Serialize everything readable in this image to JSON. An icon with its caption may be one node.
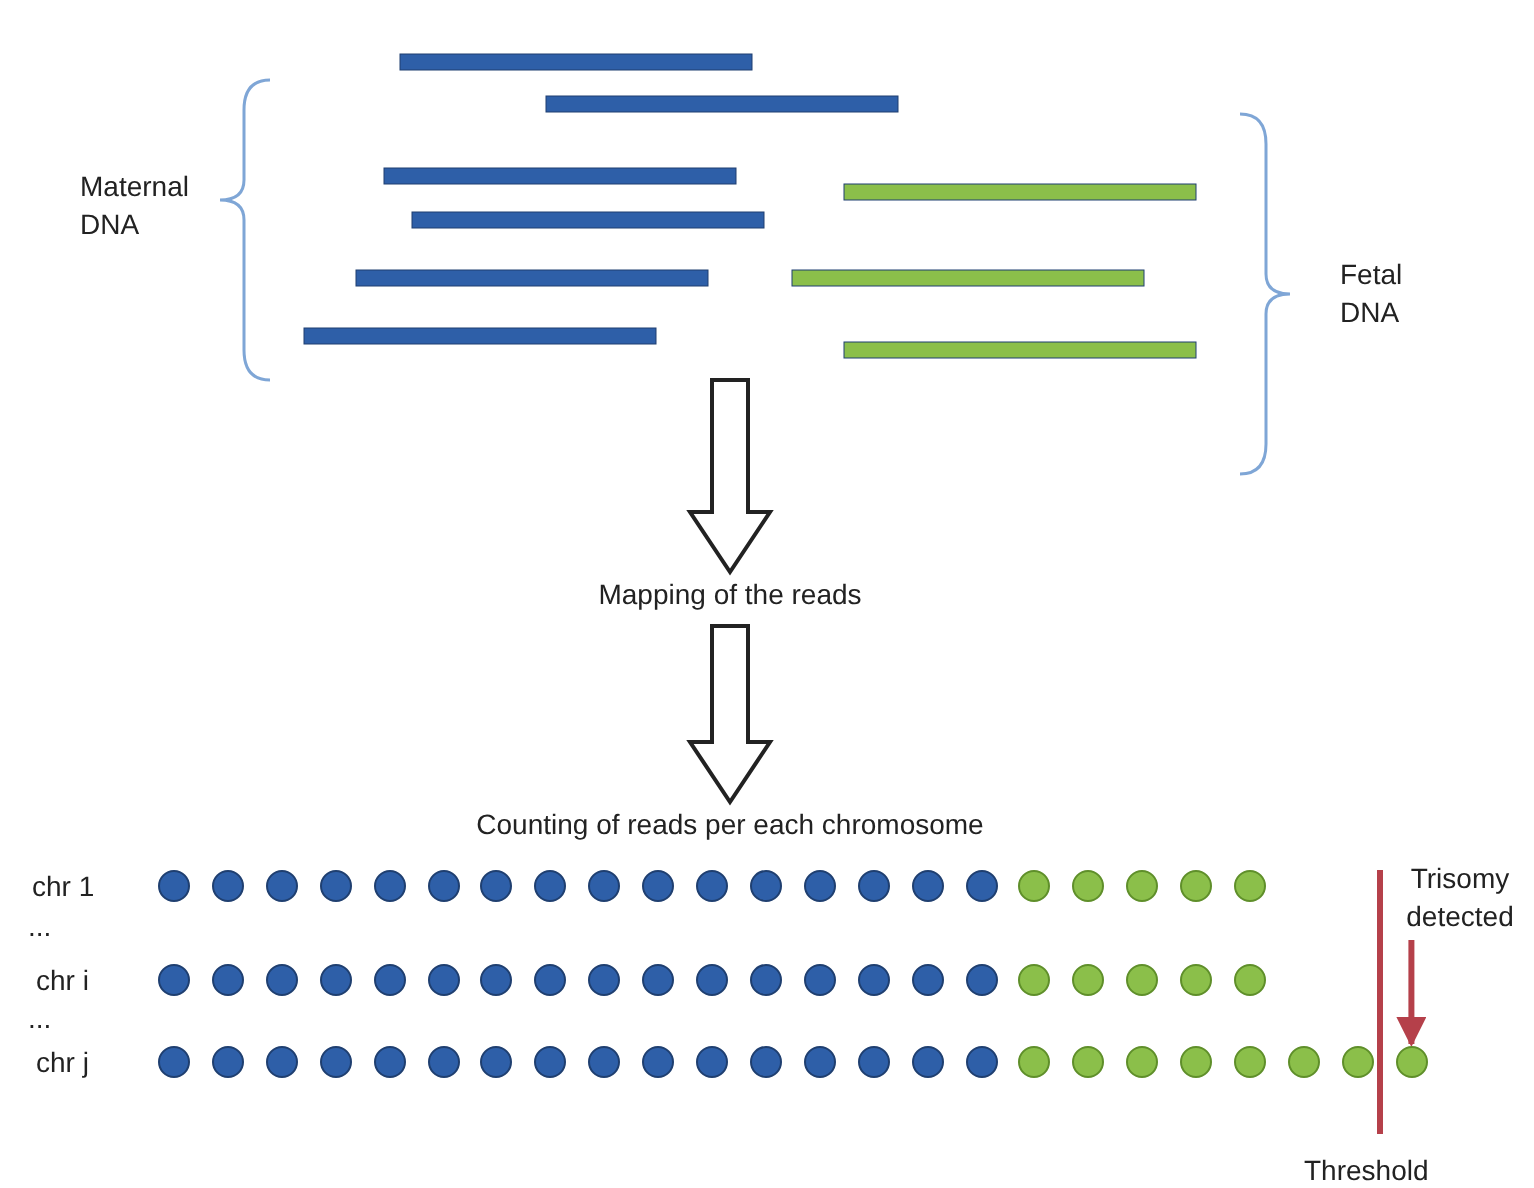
{
  "diagram": {
    "nodes": [
      {
        "text": [],
        "shape": "picture"
      },
      {
        "text": [
          "Mapping of the reads"
        ]
      },
      {
        "text": [
          "Counting of reads per each chromosome"
        ]
      },
      {
        "text": [
          "Trisomy detected"
        ]
      },
      {
        "text": [],
        "shape": "circle"
      },
      {
        "text": [],
        "shape": "circle"
      },
      {
        "text": [],
        "shape": "circle"
      },
      {
        "text": [],
        "shape": "circle"
      },
      {
        "text": [],
        "shape": "circle"
      },
      {
        "text": [],
        "shape": "circle"
      },
      {
        "text": [],
        "shape": "circle"
      },
      {
        "text": [],
        "shape": "circle"
      },
      {
        "text": [],
        "shape": "circle"
      },
      {
        "text": [],
        "shape": "circle"
      },
      {
        "text": [],
        "shape": "circle"
      },
      {
        "text": [],
        "shape": "circle"
      },
      {
        "text": [],
        "shape": "circle"
      },
      {
        "text": [],
        "shape": "circle"
      },
      {
        "text": [],
        "shape": "circle"
      },
      {
        "text": [],
        "shape": "circle"
      },
      {
        "text": [],
        "shape": "circle"
      },
      {
        "text": [],
        "shape": "circle"
      },
      {
        "text": [],
        "shape": "circle"
      },
      {
        "text": [],
        "shape": "circle"
      },
      {
        "text": [],
        "shape": "circle"
      },
      {
        "text": [],
        "shape": "circle"
      },
      {
        "text": [],
        "shape": "circle"
      },
      {
        "text": [],
        "shape": "circle"
      },
      {
        "text": [],
        "shape": "circle"
      },
      {
        "text": [],
        "shape": "circle"
      },
      {
        "text": [],
        "shape": "circle"
      },
      {
        "text": [],
        "shape": "circle"
      },
      {
        "text": [],
        "shape": "circle"
      },
      {
        "text": [],
        "shape": "circle"
      },
      {
        "text": [],
        "shape": "circle"
      },
      {
        "text": [],
        "shape": "circle"
      },
      {
        "text": [],
        "shape": "circle"
      },
      {
        "text": [],
        "shape": "circle"
      },
      {
        "text": [],
        "shape": "circle"
      },
      {
        "text": [],
        "shape": "circle"
      },
      {
        "text": [],
        "shape": "circle"
      },
      {
        "text": [],
        "shape": "circle"
      },
      {
        "text": [],
        "shape": "circle"
      },
      {
        "text": [],
        "shape": "circle"
      },
      {
        "text": [],
        "shape": "circle"
      },
      {
        "text": [],
        "shape": "circle"
      },
      {
        "text": [],
        "shape": "circle"
      },
      {
        "text": [],
        "shape": "circle"
      },
      {
        "text": [],
        "shape": "circle"
      },
      {
        "text": [],
        "shape": "circle"
      },
      {
        "text": [],
        "shape": "circle"
      },
      {
        "text": [],
        "shape": "circle"
      },
      {
        "text": [],
        "shape": "circle"
      },
      {
        "text": [],
        "shape": "circle"
      },
      {
        "text": [],
        "shape": "circle"
      },
      {
        "text": [],
        "shape": "circle"
      },
      {
        "text": [],
        "shape": "circle"
      },
      {
        "text": [],
        "shape": "circle"
      },
      {
        "text": [],
        "shape": "circle"
      },
      {
        "text": [],
        "shape": "circle"
      },
      {
        "text": [],
        "shape": "circle"
      },
      {
        "text": [],
        "shape": "circle"
      },
      {
        "text": [],
        "shape": "circle"
      },
      {
        "text": [],
        "shape": "circle"
      },
      {
        "text": [],
        "shape": "circle"
      },
      {
        "text": [],
        "shape": "circle"
      },
      {
        "text": [],
        "shape": "circle"
      },
      {
        "text": [],
        "shape": "circle"
      },
      {
        "text": [],
        "shape": "circle"
      },
      {
        "text": [],
        "shape": "circle"
      }
    ],
    "edges": [
      {
        "from": 0,
        "to": 1,
        "arrow": "to"
      },
      {
        "from": 1,
        "to": 2,
        "arrow": "to"
      },
      {
        "from": 3,
        "to": 69,
        "arrow": "to",
        "color": "#b5404a"
      }
    ],
    "labels": [
      "Maternal DNA",
      "Fetal DNA",
      "chr 1",
      "...",
      "chr i",
      "...",
      "chr j",
      "Threshold"
    ]
  }
}
